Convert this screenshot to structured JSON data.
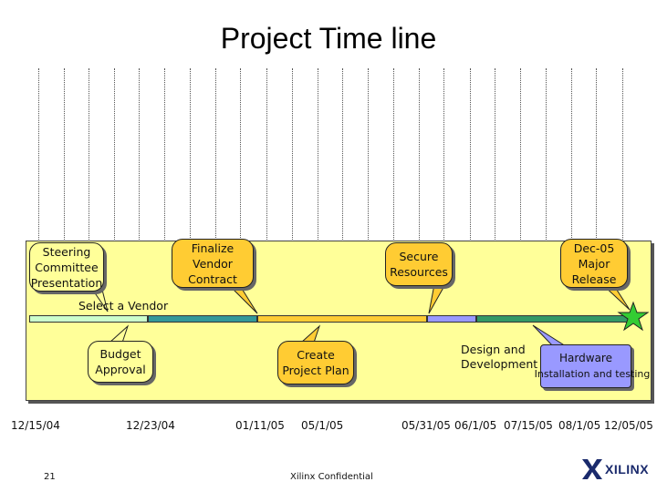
{
  "title": "Project Time line",
  "milestones": {
    "steering": "Steering\nCommittee\nPresentation",
    "finalize": "Finalize\nVendor\nContract",
    "secure": "Secure\nResources",
    "release": "Dec-05\nMajor\nRelease",
    "vendor": "Select a Vendor",
    "budget": "Budget\nApproval",
    "plan": "Create\nProject Plan",
    "design": "Design and\nDevelopment",
    "hardware": "Hardware",
    "testing": "Installation and testing"
  },
  "dates": [
    "12/15/04",
    "12/23/04",
    "01/11/05",
    "05/1/05",
    "05/31/05",
    "06/1/05",
    "07/15/05",
    "08/1/05",
    "12/05/05"
  ],
  "footer": {
    "page": "21",
    "confidential": "Xilinx Confidential",
    "logo": "XILINX"
  },
  "colors": {
    "panel": "#ffff99",
    "bar1": "#ccffcc",
    "bar2": "#339999",
    "bar3": "#ffcc33",
    "bar4": "#9999ff",
    "bar5": "#339966",
    "star": "#33cc33"
  }
}
